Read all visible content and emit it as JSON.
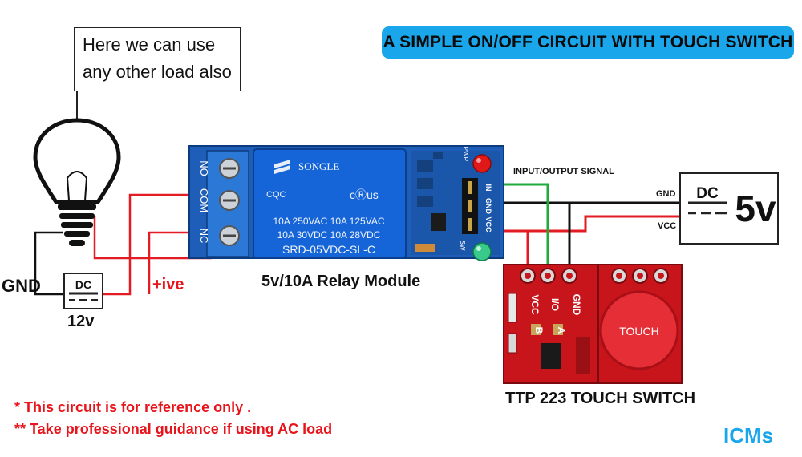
{
  "title": "A SIMPLE ON/OFF  CIRCUIT WITH TOUCH SWITCH",
  "callout": {
    "line1": "Here we can use",
    "line2": "any other load also"
  },
  "relay": {
    "caption": "5v/10A Relay Module",
    "terminals": [
      "NO",
      "COM",
      "NC"
    ],
    "brand": "SONGLE",
    "cert": "CQC",
    "ul": "cⓇus",
    "rating1": "10A 250VAC  10A 125VAC",
    "rating2": "10A  30VDC  10A  28VDC",
    "model": "SRD-05VDC-SL-C",
    "pins": [
      "IN",
      "GND",
      "VCC"
    ],
    "led_pwr": "PWR",
    "led_sw": "SW"
  },
  "touch": {
    "caption": "TTP 223 TOUCH SWITCH",
    "pins": [
      "VCC",
      "I/O",
      "GND"
    ],
    "pad_a": "A",
    "pad_b": "B",
    "button": "TOUCH"
  },
  "supply_5v": {
    "dc": "DC",
    "voltage": "5v",
    "gnd": "GND",
    "vcc": "VCC"
  },
  "supply_12v": {
    "dc": "DC",
    "voltage": "12v",
    "gnd": "GND",
    "positive": "+ive"
  },
  "signal_label": "INPUT/OUTPUT SIGNAL",
  "notes": [
    "* This circuit is for reference only .",
    "** Take professional guidance if using  AC load"
  ],
  "brand_mark": "ICMs",
  "colors": {
    "title_bg": "#1aa6ea",
    "relay_blue": "#1565c0",
    "board_red": "#c0141b",
    "wire_red": "#e31b23",
    "wire_green": "#1faa3a",
    "note_red": "#e8141b",
    "brand": "#1aa6ea"
  }
}
